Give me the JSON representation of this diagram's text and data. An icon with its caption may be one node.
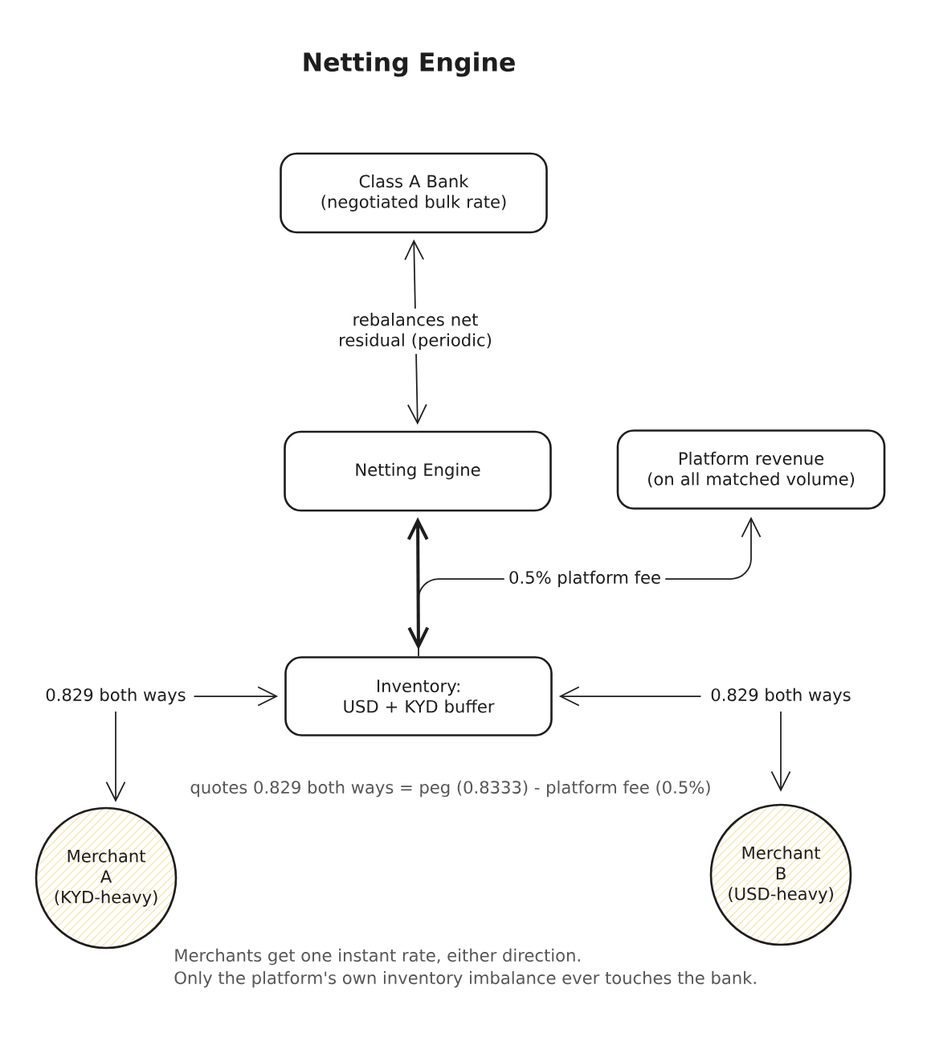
{
  "diagram": {
    "title": "Netting Engine",
    "nodes": [
      {
        "text": [
          "Class A Bank (negotiated bulk rate)"
        ]
      },
      {
        "text": [
          "Netting Engine"
        ]
      },
      {
        "text": [
          "Platform revenue (on all matched volume)"
        ]
      },
      {
        "text": [
          "Inventory: USD + KYD buffer"
        ]
      },
      {
        "text": [
          "0.829 both ways"
        ]
      },
      {
        "text": [
          "0.829 both ways"
        ]
      },
      {
        "text": [
          "Merchant A (KYD-heavy)"
        ]
      },
      {
        "text": [
          "Merchant B (USD-heavy)"
        ]
      }
    ],
    "edges": [
      {
        "from": 0,
        "to": 1,
        "arrow": "both",
        "label": "rebalances net residual (periodic)"
      },
      {
        "from": 1,
        "to": 3,
        "arrow": "both",
        "style": "thick"
      },
      {
        "from": 3,
        "to": 2,
        "arrow": "to",
        "label": "0.5% platform fee"
      },
      {
        "from": 4,
        "to": 3,
        "arrow": "to"
      },
      {
        "from": 5,
        "to": 3,
        "arrow": "to"
      },
      {
        "from": 4,
        "to": 6,
        "arrow": "to"
      },
      {
        "from": 5,
        "to": 7,
        "arrow": "to"
      }
    ],
    "labels": [
      "quotes 0.829 both ways = peg (0.8333) - platform fee (0.5%)",
      "Merchants get one instant rate, either direction.",
      "Only the platform's own inventory imbalance ever touches the bank."
    ]
  }
}
